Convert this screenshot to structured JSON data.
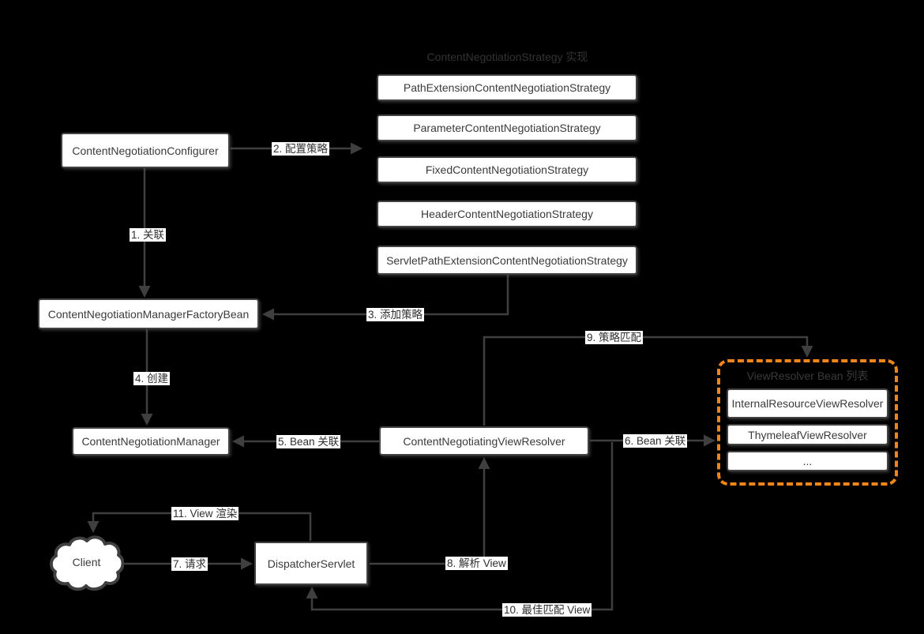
{
  "canvas": {
    "background": "#000000",
    "line_color": "#3f3f3f",
    "box_fill": "#ffffff",
    "accent_orange": "#F08519"
  },
  "title": "ContentNegotiationStrategy 实现",
  "strategies": [
    "PathExtensionContentNegotiationStrategy",
    "ParameterContentNegotiationStrategy",
    "FixedContentNegotiationStrategy",
    "HeaderContentNegotiationStrategy",
    "ServletPathExtensionContentNegotiationStrategy"
  ],
  "nodes": {
    "configurer": "ContentNegotiationConfigurer",
    "factory_bean": "ContentNegotiationManagerFactoryBean",
    "manager": "ContentNegotiationManager",
    "negotiating_view_resolver": "ContentNegotiatingViewResolver",
    "dispatcher_servlet": "DispatcherServlet",
    "client": "Client"
  },
  "view_resolver_list": {
    "title": "ViewResolver Bean 列表",
    "items": [
      "InternalResourceViewResolver",
      "ThymeleafViewResolver",
      "..."
    ]
  },
  "edges": {
    "relate": "1. 关联",
    "configure_strategy": "2. 配置策略",
    "add_strategy": "3. 添加策略",
    "create": "4. 创建",
    "bean_relate_left": "5. Bean 关联",
    "bean_relate_right": "6. Bean 关联",
    "request": "7. 请求",
    "resolve_view": "8. 解析 View",
    "strategy_match": "9. 策略匹配",
    "best_match_view": "10. 最佳匹配 View",
    "view_render": "11. View 渲染"
  }
}
